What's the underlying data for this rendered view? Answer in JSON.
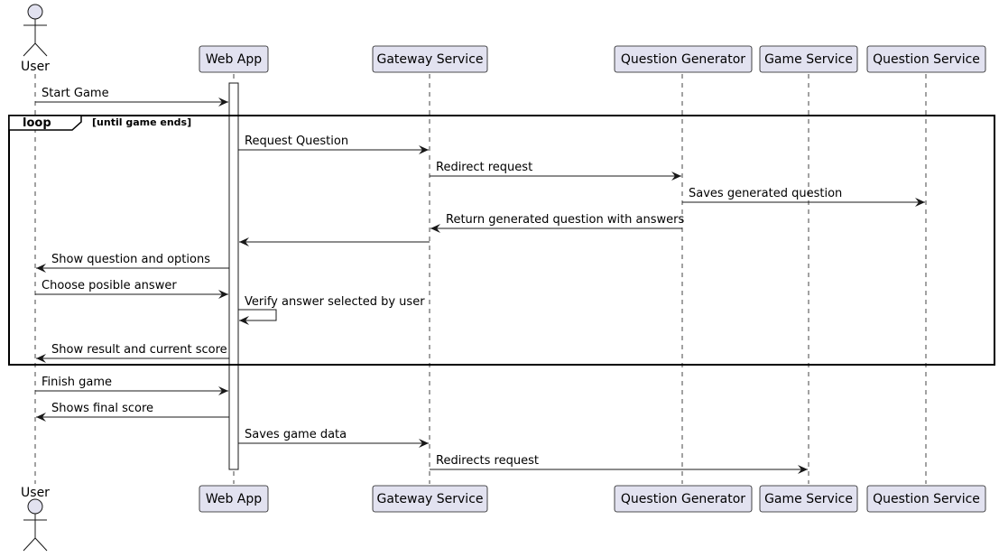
{
  "colors": {
    "participant_fill": "#E2E2F0",
    "participant_stroke": "#181818",
    "lifeline": "#181818",
    "arrow": "#181818",
    "background": "#FFFFFF"
  },
  "participants": [
    {
      "id": "user",
      "label": "User",
      "kind": "actor"
    },
    {
      "id": "webapp",
      "label": "Web App",
      "kind": "box"
    },
    {
      "id": "gateway",
      "label": "Gateway Service",
      "kind": "box"
    },
    {
      "id": "qgen",
      "label": "Question Generator",
      "kind": "box"
    },
    {
      "id": "game",
      "label": "Game Service",
      "kind": "box"
    },
    {
      "id": "qsvc",
      "label": "Question Service",
      "kind": "box"
    }
  ],
  "loop": {
    "keyword": "loop",
    "condition": "[until game ends]"
  },
  "messages": [
    {
      "from": "user",
      "to": "webapp",
      "label": "Start Game"
    },
    {
      "from": "webapp",
      "to": "gateway",
      "label": "Request Question"
    },
    {
      "from": "gateway",
      "to": "qgen",
      "label": "Redirect request"
    },
    {
      "from": "qgen",
      "to": "qsvc",
      "label": "Saves generated question"
    },
    {
      "from": "qgen",
      "to": "gateway",
      "label": "Return generated question with answers"
    },
    {
      "from": "gateway",
      "to": "webapp",
      "label": ""
    },
    {
      "from": "webapp",
      "to": "user",
      "label": "Show question and options"
    },
    {
      "from": "user",
      "to": "webapp",
      "label": "Choose posible answer"
    },
    {
      "from": "webapp",
      "to": "webapp",
      "label": "Verify answer selected by user"
    },
    {
      "from": "webapp",
      "to": "user",
      "label": "Show result and current score"
    },
    {
      "from": "user",
      "to": "webapp",
      "label": "Finish game"
    },
    {
      "from": "webapp",
      "to": "user",
      "label": "Shows final score"
    },
    {
      "from": "webapp",
      "to": "gateway",
      "label": "Saves game data"
    },
    {
      "from": "gateway",
      "to": "game",
      "label": "Redirects request"
    }
  ]
}
